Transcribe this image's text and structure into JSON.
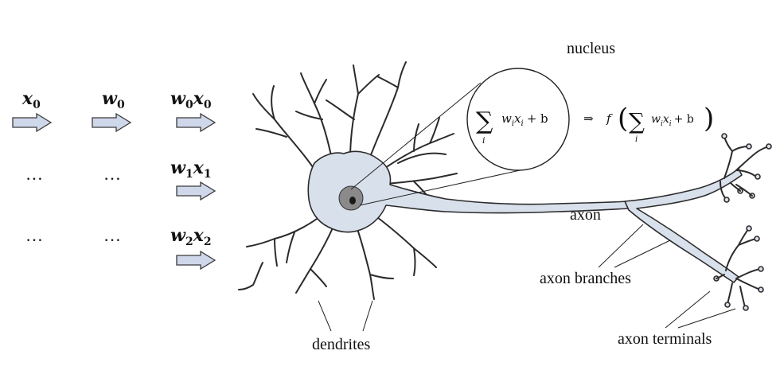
{
  "inputs": {
    "x0": "x",
    "x0_sub": "0",
    "w0": "w",
    "w0_sub": "0",
    "w0x0_w": "w",
    "w0x0_wsub": "0",
    "w0x0_x": "x",
    "w0x0_xsub": "0",
    "w1x1_w": "w",
    "w1x1_wsub": "1",
    "w1x1_x": "x",
    "w1x1_xsub": "1",
    "w2x2_w": "w",
    "w2x2_wsub": "2",
    "w2x2_x": "x",
    "w2x2_xsub": "2",
    "ellipsis": "…"
  },
  "formula": {
    "sum_symbol": "∑",
    "sum_index": "i",
    "body": "w",
    "w_sub": "i",
    "x": "x",
    "x_sub": "i",
    "plus_b": "+ b",
    "implies": "⇒",
    "f": "f",
    "open_paren": "(",
    "close_paren": ")"
  },
  "labels": {
    "nucleus": "nucleus",
    "axon": "axon",
    "axon_branches": "axon branches",
    "axon_terminals": "axon terminals",
    "dendrites": "dendrites"
  },
  "colors": {
    "cell_fill": "#d8e0ec",
    "arrow_fill": "#cfd8ea",
    "nucleus_fill": "#8a8a8a"
  }
}
